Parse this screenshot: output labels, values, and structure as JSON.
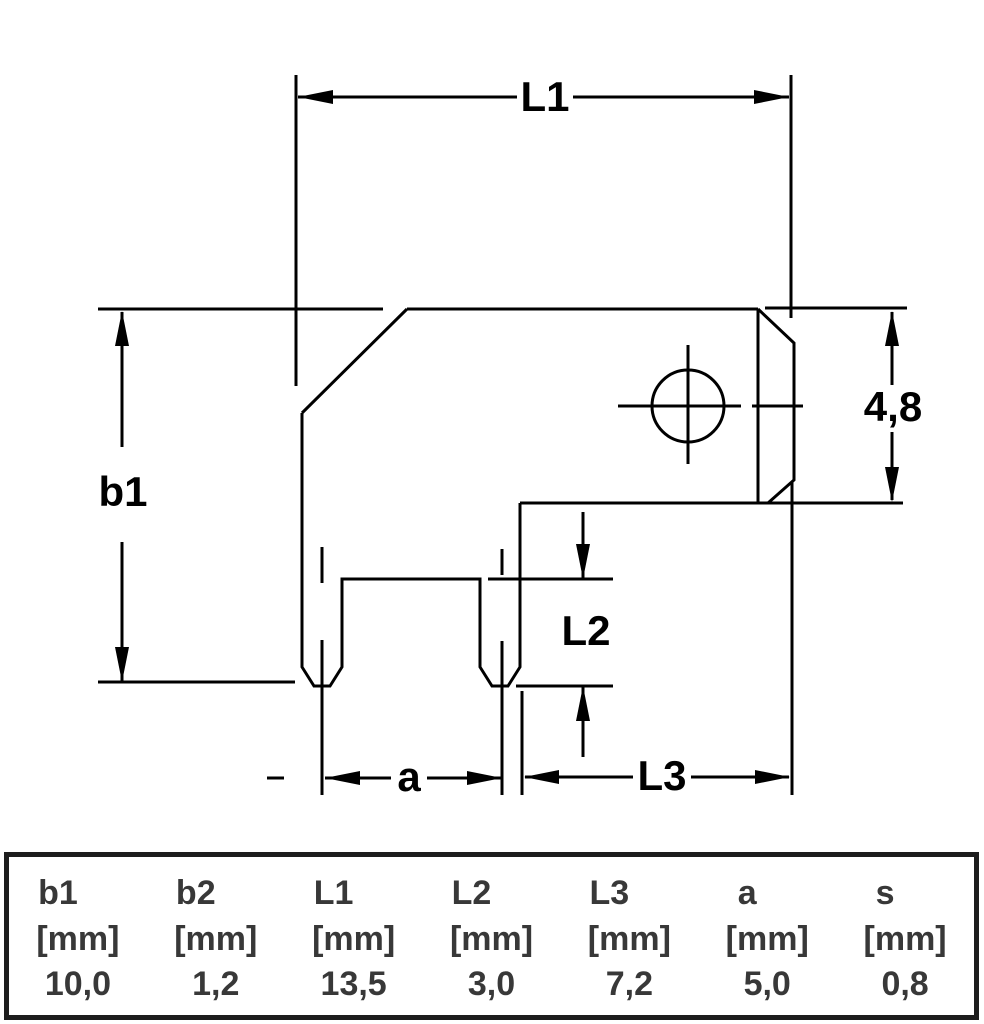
{
  "drawing": {
    "labels": {
      "l1": "L1",
      "b1": "b1",
      "height": "4,8",
      "l2": "L2",
      "a": "a",
      "l3": "L3"
    }
  },
  "table": {
    "columns": [
      {
        "name": "b1",
        "unit": "[mm]",
        "value": "10,0"
      },
      {
        "name": "b2",
        "unit": "[mm]",
        "value": "1,2"
      },
      {
        "name": "L1",
        "unit": "[mm]",
        "value": "13,5"
      },
      {
        "name": "L2",
        "unit": "[mm]",
        "value": "3,0"
      },
      {
        "name": "L3",
        "unit": "[mm]",
        "value": "7,2"
      },
      {
        "name": "a",
        "unit": "[mm]",
        "value": "5,0"
      },
      {
        "name": "s",
        "unit": "[mm]",
        "value": "0,8"
      }
    ]
  }
}
